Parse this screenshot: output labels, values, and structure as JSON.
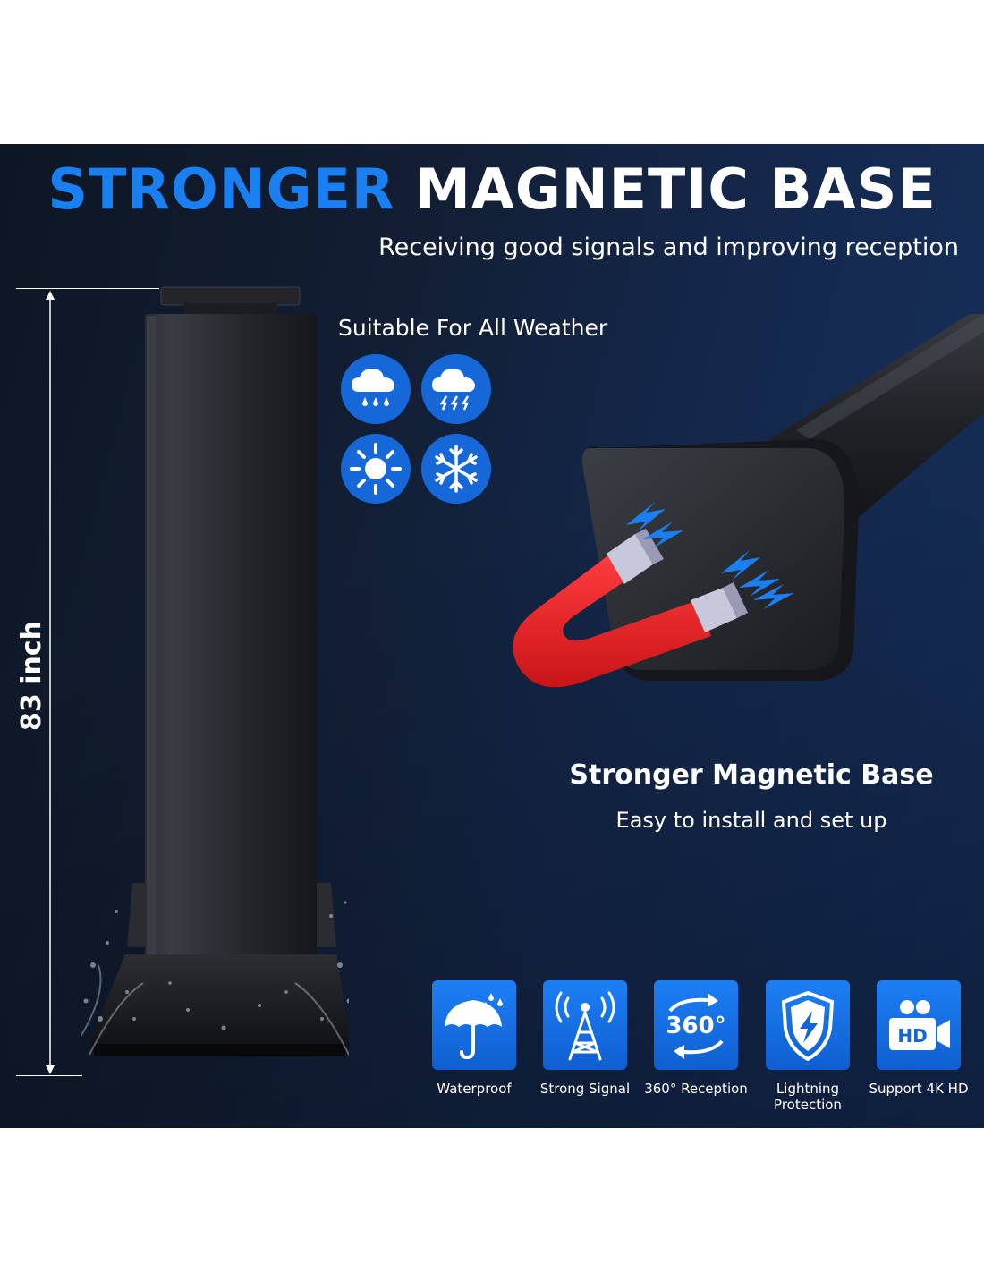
{
  "headline": {
    "part1": "STRONGER",
    "part2": "MAGNETIC BASE"
  },
  "subheadline": "Receiving good signals and improving reception",
  "dimension_label": "83 inch",
  "weather": {
    "title": "Suitable For All Weather",
    "icons": [
      "rain-cloud-icon",
      "thunderstorm-icon",
      "sun-icon",
      "snowflake-icon"
    ]
  },
  "magnetic_base": {
    "title": "Stronger Magnetic Base",
    "subtitle": "Easy to install and set up"
  },
  "features": [
    {
      "icon": "umbrella-icon",
      "label": "Waterproof"
    },
    {
      "icon": "signal-tower-icon",
      "label": "Strong Signal"
    },
    {
      "icon": "rotation-360-icon",
      "label": "360° Reception"
    },
    {
      "icon": "lightning-shield-icon",
      "label": "Lightning Protection"
    },
    {
      "icon": "hd-camera-icon",
      "label": "Support 4K HD"
    }
  ],
  "colors": {
    "accent_blue": "#1a7ff0",
    "icon_blue": "#1668d8",
    "background": "#121e33",
    "magnet_red": "#e8282b"
  }
}
